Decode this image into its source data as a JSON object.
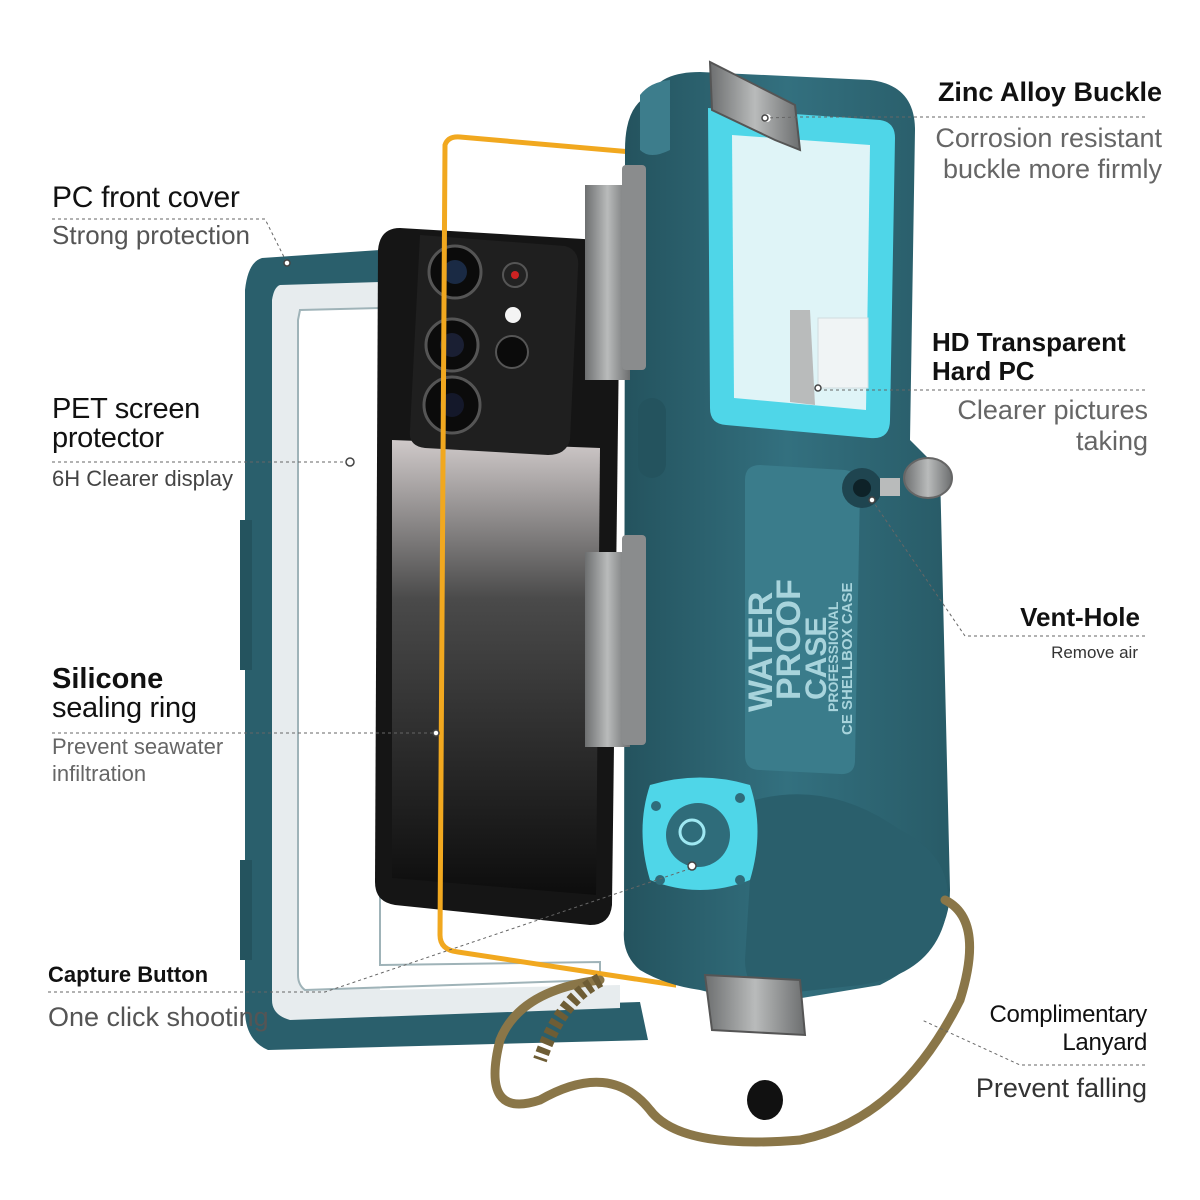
{
  "callouts": {
    "pc_front_cover": {
      "title": "PC front cover",
      "desc": "Strong protection"
    },
    "pet_screen": {
      "title_line1": "PET screen",
      "title_line2": "protector",
      "desc": "6H Clearer display"
    },
    "silicone_ring": {
      "title_line1": "Silicone",
      "title_line2": "sealing ring",
      "desc_line1": "Prevent seawater",
      "desc_line2": "infiltration"
    },
    "capture_button": {
      "title": "Capture Button",
      "desc": "One click shooting"
    },
    "zinc_buckle": {
      "title": "Zinc Alloy Buckle",
      "desc_line1": "Corrosion resistant",
      "desc_line2": "buckle more firmly"
    },
    "hd_transparent": {
      "title_line1": "HD Transparent",
      "title_line2": "Hard PC",
      "desc_line1": "Clearer pictures",
      "desc_line2": "taking"
    },
    "vent_hole": {
      "title": "Vent-Hole",
      "desc": "Remove air"
    },
    "lanyard": {
      "title_line1": "Complimentary",
      "title_line2": "Lanyard",
      "desc": "Prevent falling"
    }
  },
  "product": {
    "panel_text_1": "WATER",
    "panel_text_2": "PROOF",
    "panel_text_3": "CASE",
    "panel_text_4": "PROFESSIONAL",
    "panel_text_5": "CE SHELLBOX CASE"
  },
  "colors": {
    "case_body": "#2f6c7a",
    "case_dark": "#24535e",
    "accent_cyan": "#4fd6e8",
    "sealing_ring": "#f1a81f",
    "phone_black": "#141414",
    "lanyard": "#8a7648"
  }
}
